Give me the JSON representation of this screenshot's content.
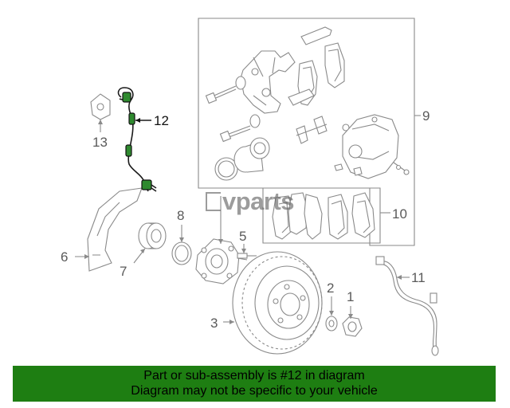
{
  "callouts": {
    "c1": "1",
    "c2": "2",
    "c3": "3",
    "c5": "5",
    "c6": "6",
    "c7": "7",
    "c8": "8",
    "c9": "9",
    "c10": "10",
    "c11": "11",
    "c12": "12",
    "c13": "13"
  },
  "highlighted_part": "12",
  "watermark": {
    "text": "vparts"
  },
  "banner": {
    "line1": "Part or sub-assembly is #12 in diagram",
    "line2": "Diagram may not be specific to your vehicle",
    "background_color": "#1e7e12"
  },
  "colors": {
    "line": "#8a8a8a",
    "highlight": "#1a1a1a",
    "sensor_green": "#2f8a2f"
  }
}
